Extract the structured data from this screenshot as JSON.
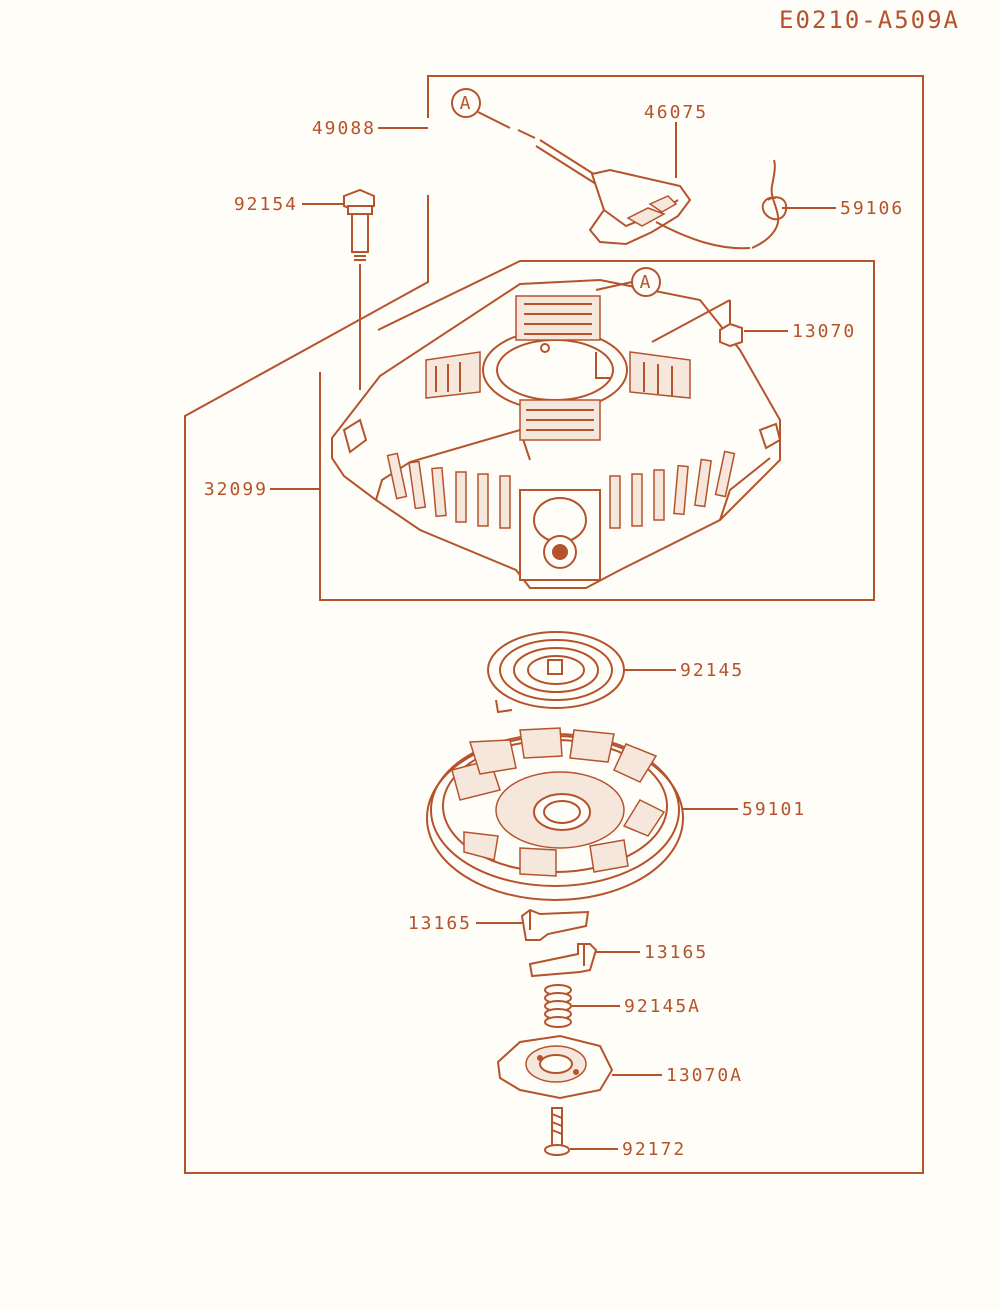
{
  "diagram": {
    "code": "E0210-A509A",
    "callout_mark": "A",
    "parts": {
      "assembly": "49088",
      "knob": "46075",
      "rope": "59106",
      "bolt": "92154",
      "nut": "13070",
      "case": "32099",
      "spiral_spring": "92145",
      "reel": "59101",
      "pawl_left": "13165",
      "pawl_right": "13165",
      "compression_spring": "92145A",
      "plate": "13070A",
      "screw": "92172"
    },
    "colors": {
      "line": "#b5532d",
      "background": "#fffdf8"
    }
  }
}
